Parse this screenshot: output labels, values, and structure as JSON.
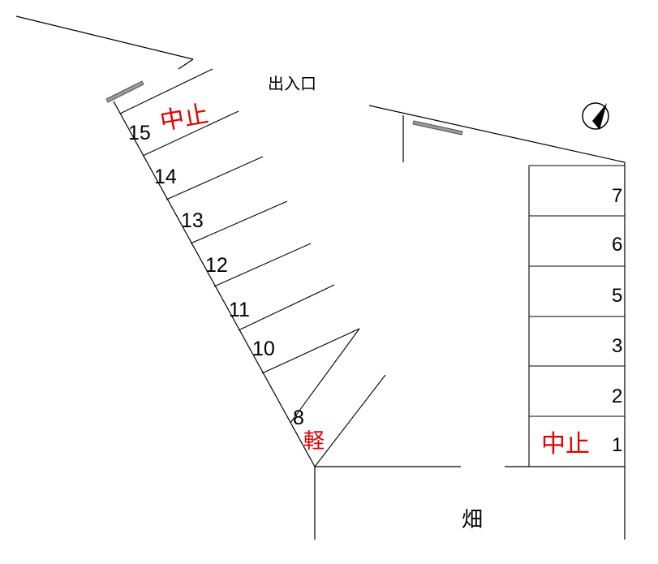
{
  "entrance_label": "出入口",
  "field_label": "畑",
  "left_spaces": [
    {
      "number": "15",
      "note": "中止"
    },
    {
      "number": "14",
      "note": ""
    },
    {
      "number": "13",
      "note": ""
    },
    {
      "number": "12",
      "note": ""
    },
    {
      "number": "11",
      "note": ""
    },
    {
      "number": "10",
      "note": ""
    },
    {
      "number": "8",
      "note": "軽"
    }
  ],
  "right_spaces": [
    {
      "number": "7",
      "note": ""
    },
    {
      "number": "6",
      "note": ""
    },
    {
      "number": "5",
      "note": ""
    },
    {
      "number": "3",
      "note": ""
    },
    {
      "number": "2",
      "note": ""
    },
    {
      "number": "1",
      "note": "中止"
    }
  ],
  "colors": {
    "line": "#000000",
    "note_text": "#e00000",
    "bumper": "#808080"
  },
  "icons": [
    "north-arrow-icon"
  ]
}
